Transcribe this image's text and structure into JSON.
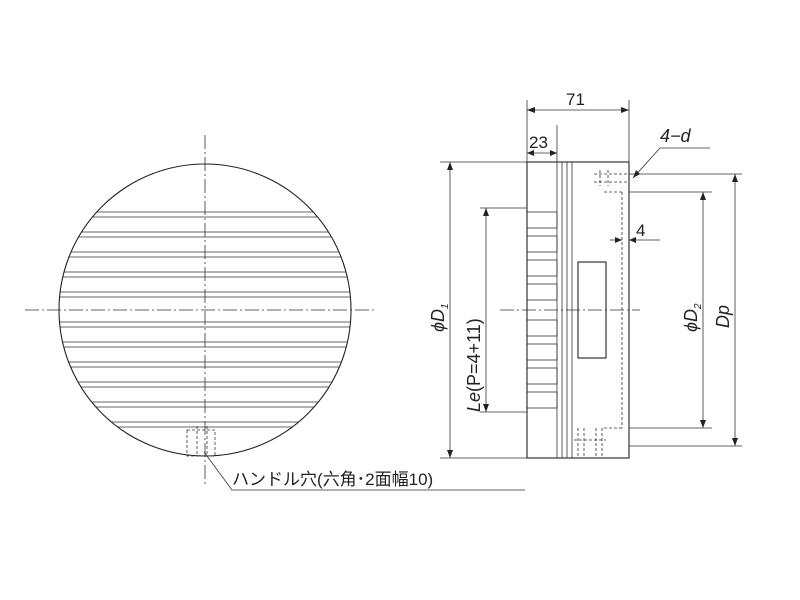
{
  "dimensions": {
    "total_width": "71",
    "front_width": "23",
    "hole_label": "4−d",
    "hole_depth": "4"
  },
  "labels": {
    "phi": "ϕ",
    "d1_letter": "D",
    "d1_sub": "1",
    "d2_letter": "D",
    "d2_sub": "2",
    "dp": "Dp",
    "le": "Le",
    "pitch": "(P=4+11)",
    "handle_note": "ハンドル穴(六角･2面幅10)"
  },
  "colors": {
    "line": "#222222",
    "background": "#ffffff"
  }
}
